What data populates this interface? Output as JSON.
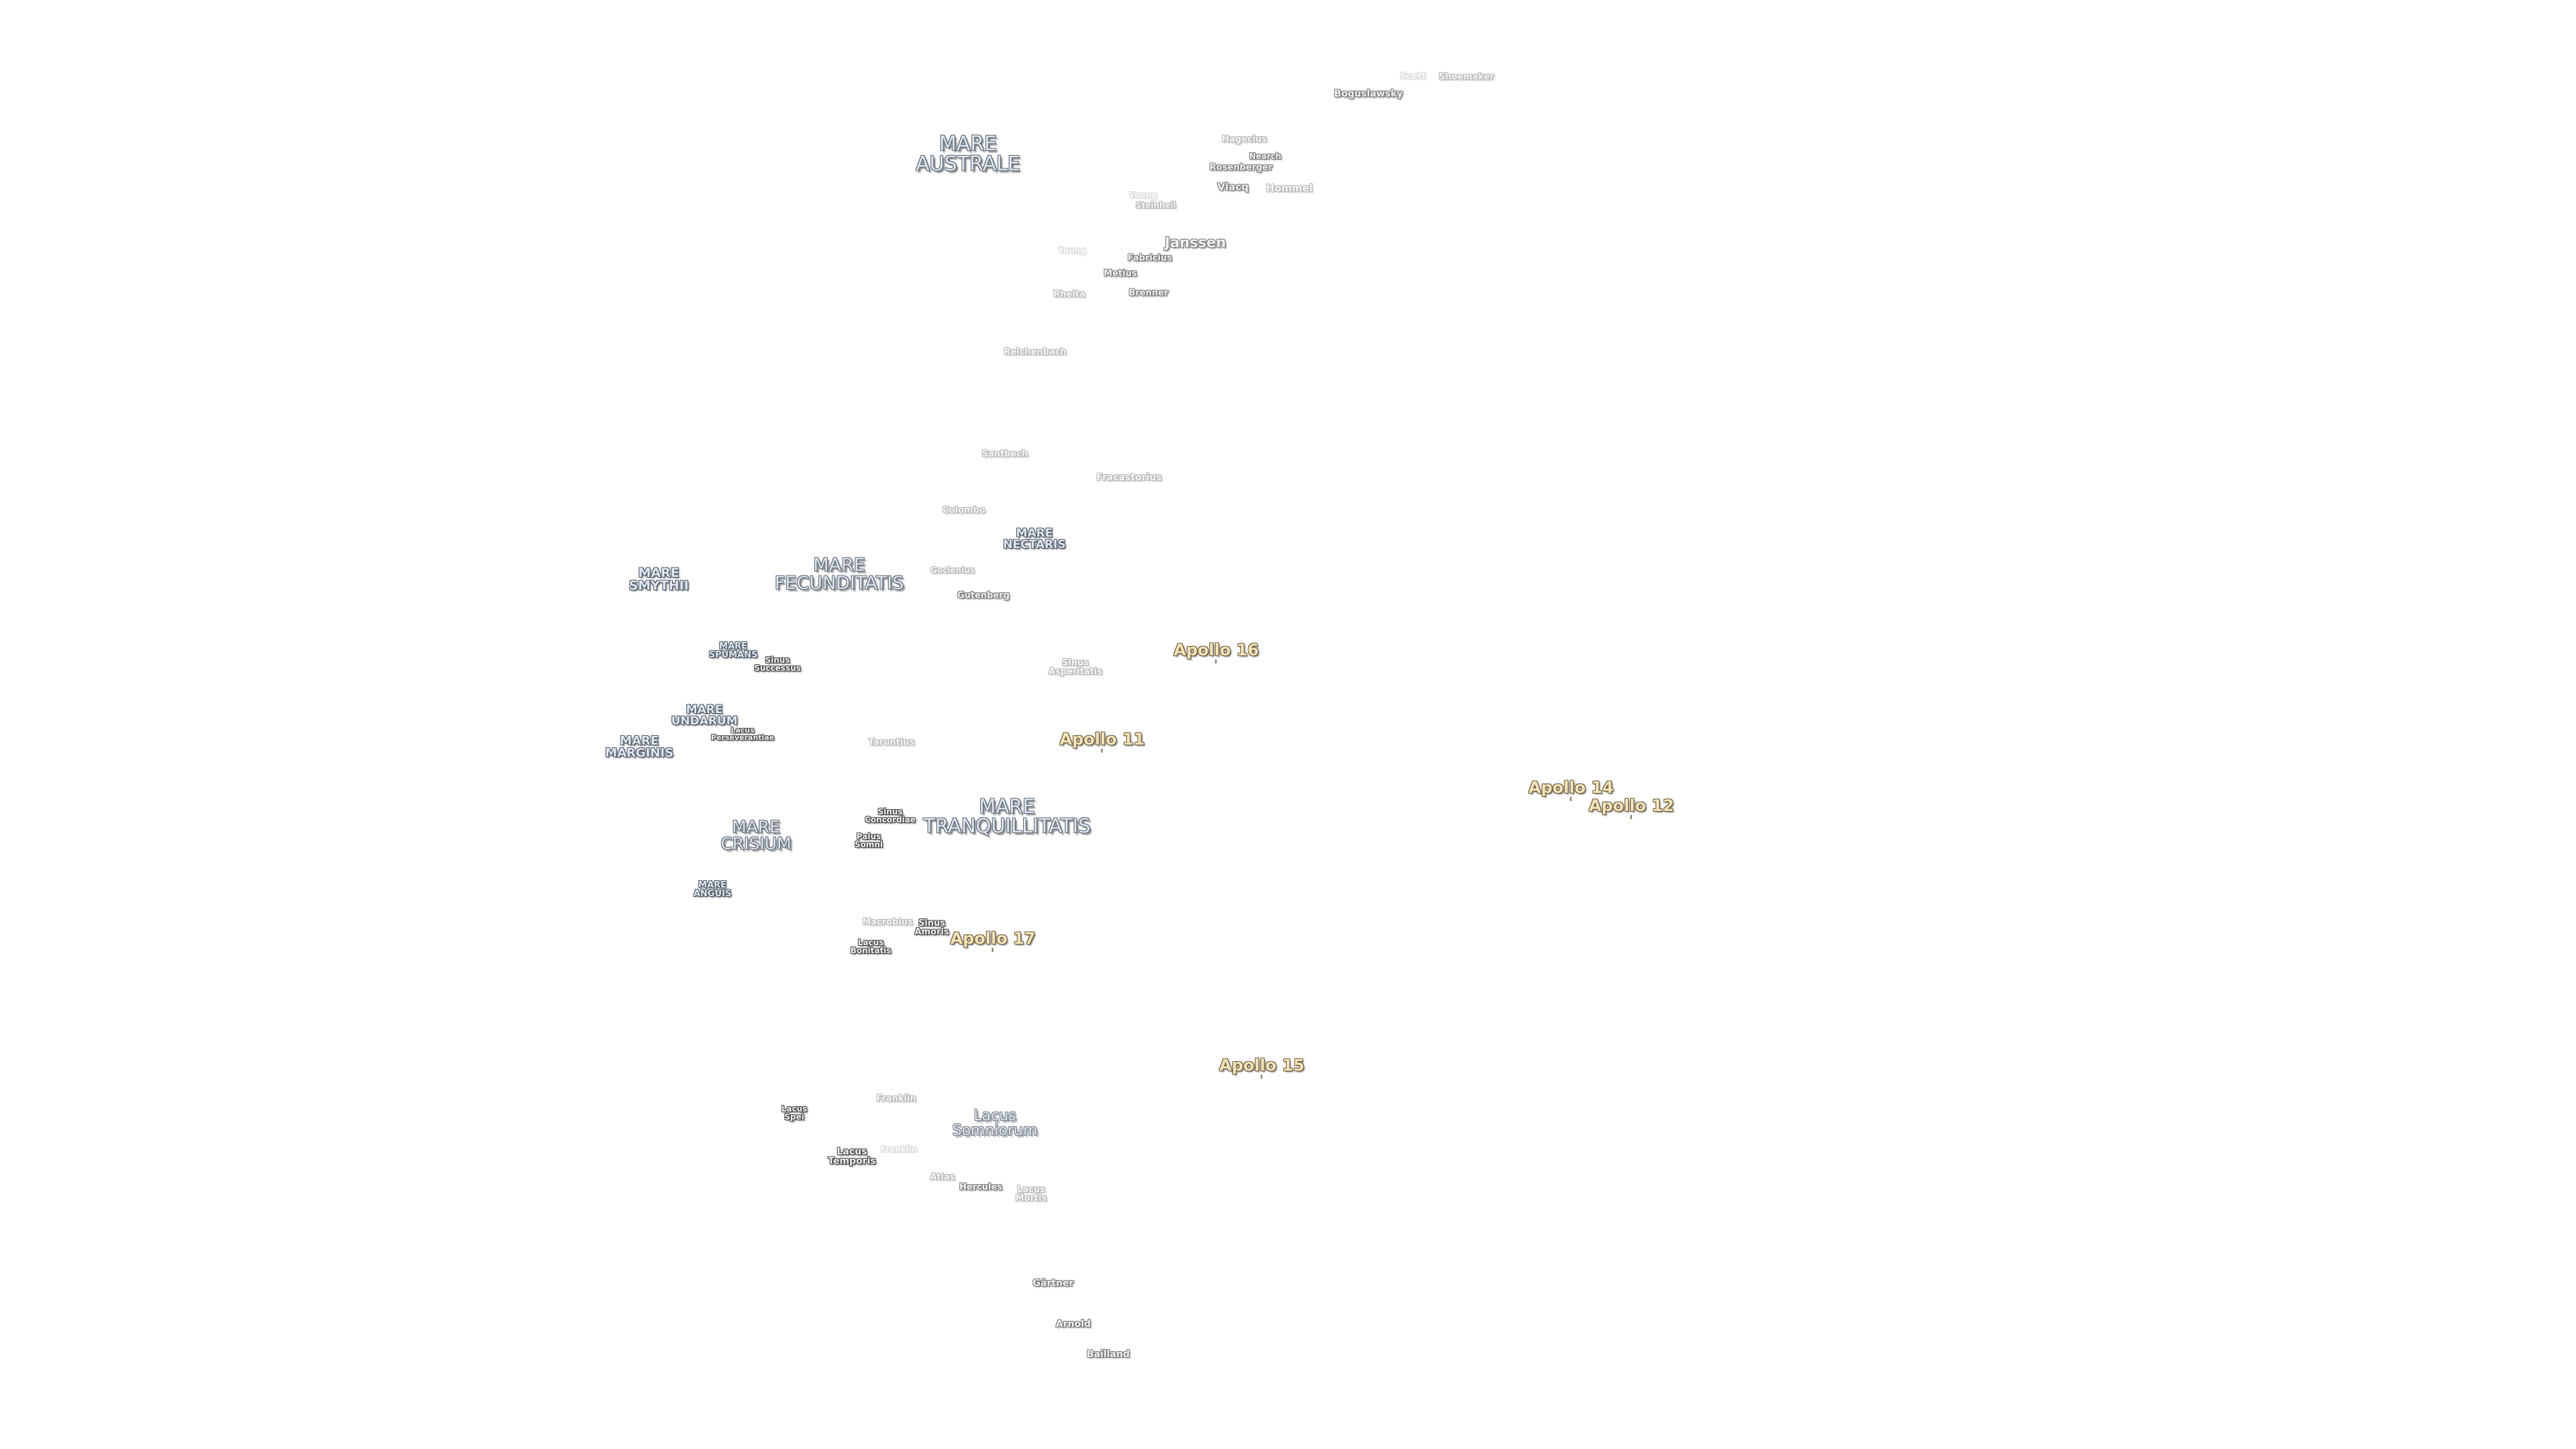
{
  "maria": {
    "australe": "MARE\nAUSTRALE",
    "fecunditatis": "MARE\nFECUNDITATIS",
    "smythii": "MARE\nSMYTHII",
    "nectaris": "MARE\nNECTARIS",
    "tranquillitatis": "MARE\nTRANQUILLITATIS",
    "crisium": "MARE\nCRISIUM",
    "marginis": "MARE\nMARGINIS",
    "undarum": "MARE\nUNDARUM",
    "spumans": "MARE\nSPUMANS",
    "anguis": "MARE\nANGUIS",
    "lacus_somniorum": "Lacus\nSomniorum"
  },
  "small_features": {
    "scott": "Scott",
    "shoemaker": "Shoemaker",
    "boguslawsky": "Boguslawsky",
    "hagecius": "Hagecius",
    "nearch": "Nearch",
    "rosenberger": "Rosenberger",
    "vlacq": "Vlacq",
    "hommel": "Hommel",
    "young": "Young",
    "steinheil": "Steinheil",
    "janssen": "Janssen",
    "fabricius": "Fabricius",
    "metius": "Metius",
    "brenner": "Brenner",
    "rheita": "Rheita",
    "reichenbach": "Reichenbach",
    "santbech": "Santbech",
    "fracastorius": "Fracastorius",
    "colombo": "Colombo",
    "goclenius": "Goclenius",
    "gutenberg": "Gutenberg",
    "sinus_successus": "Sinus\nSuccessus",
    "lacus_perseverantiae": "Lacus\nPerseverantiae",
    "sinus_asperitatis": "Sinus\nAsperitatis",
    "taruntius": "Taruntius",
    "sinus_concordiae": "Sinus\nConcordiae",
    "palus_somni": "Palus\nSomni",
    "macrobius": "Macrobius",
    "sinus_amoris": "Sinus\nAmoris",
    "lacus_bonitatis": "Lacus\nBonitatis",
    "franklin": "Franklin",
    "lacus_spei": "Lacus\nSpei",
    "lacus_temporis": "Lacus\nTemporis",
    "atlas": "Atlas",
    "hercules": "Hercules",
    "lacus_mortis": "Lacus\nMortis",
    "gartner": "Gärtner",
    "arnold": "Arnold",
    "bailland": "Bailland"
  },
  "apollo_sites": {
    "a16": "Apollo 16",
    "a11": "Apollo 11",
    "a14": "Apollo 14",
    "a12": "Apollo 12",
    "a17": "Apollo 17",
    "a15": "Apollo 15"
  },
  "colors": {
    "background": "#ffffff",
    "mare_label": "#dfe8f2",
    "apollo_label": "#f3e3b8"
  }
}
